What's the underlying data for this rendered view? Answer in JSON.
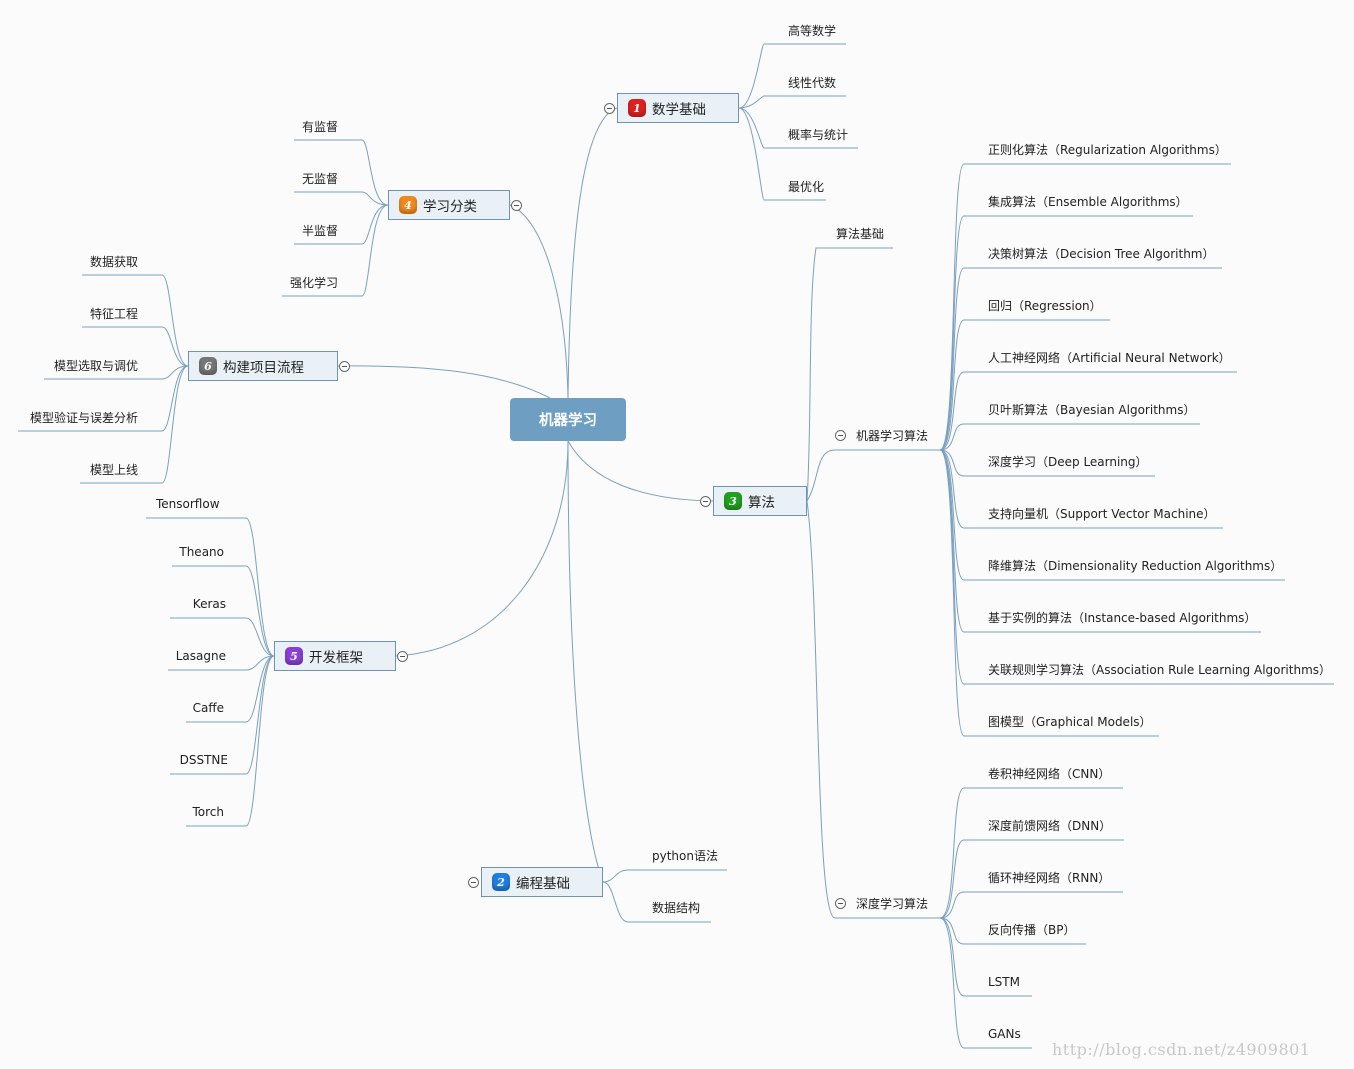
{
  "root": "机器学习",
  "branches": {
    "math": {
      "num": "1",
      "color": "#e02020",
      "label": "数学基础",
      "items": [
        "高等数学",
        "线性代数",
        "概率与统计",
        "最优化"
      ]
    },
    "programming": {
      "num": "2",
      "color": "#1f7fe0",
      "label": "编程基础",
      "items": [
        "python语法",
        "数据结构"
      ]
    },
    "algorithms": {
      "num": "3",
      "color": "#22a020",
      "label": "算法",
      "basics": "算法基础",
      "ml": {
        "label": "机器学习算法",
        "items": [
          "正则化算法（Regularization Algorithms）",
          "集成算法（Ensemble Algorithms）",
          "决策树算法（Decision Tree Algorithm）",
          "回归（Regression）",
          "人工神经网络（Artificial Neural Network）",
          "贝叶斯算法（Bayesian Algorithms）",
          "深度学习（Deep Learning）",
          "支持向量机（Support Vector Machine）",
          "降维算法（Dimensionality Reduction Algorithms）",
          "基于实例的算法（Instance-based Algorithms）",
          "关联规则学习算法（Association Rule Learning Algorithms）",
          "图模型（Graphical Models）"
        ]
      },
      "dl": {
        "label": "深度学习算法",
        "items": [
          "卷积神经网络（CNN）",
          "深度前馈网络（DNN）",
          "循环神经网络（RNN）",
          "反向传播（BP）",
          "LSTM",
          "GANs"
        ]
      }
    },
    "learning": {
      "num": "4",
      "color": "#f08a1c",
      "label": "学习分类",
      "items": [
        "有监督",
        "无监督",
        "半监督",
        "强化学习"
      ]
    },
    "frameworks": {
      "num": "5",
      "color": "#8a3fd8",
      "label": "开发框架",
      "items": [
        "Tensorflow",
        "Theano",
        "Keras",
        "Lasagne",
        "Caffe",
        "DSSTNE",
        "Torch"
      ]
    },
    "pipeline": {
      "num": "6",
      "color": "#777777",
      "label": "构建项目流程",
      "items": [
        "数据获取",
        "特征工程",
        "模型选取与调优",
        "模型验证与误差分析",
        "模型上线"
      ]
    }
  },
  "watermark": "http://blog.csdn.net/z4909801"
}
